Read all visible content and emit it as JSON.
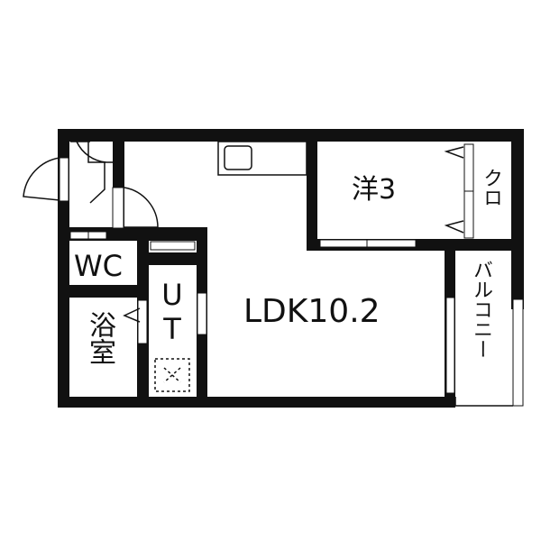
{
  "rooms": {
    "ldk": "LDK10.2",
    "western": "洋3",
    "closet": "クロ",
    "balcony": "バルコニー",
    "wc": "WC",
    "bath": "浴室",
    "utility": "UT"
  },
  "colors": {
    "wall": "#111111",
    "background": "#ffffff"
  }
}
